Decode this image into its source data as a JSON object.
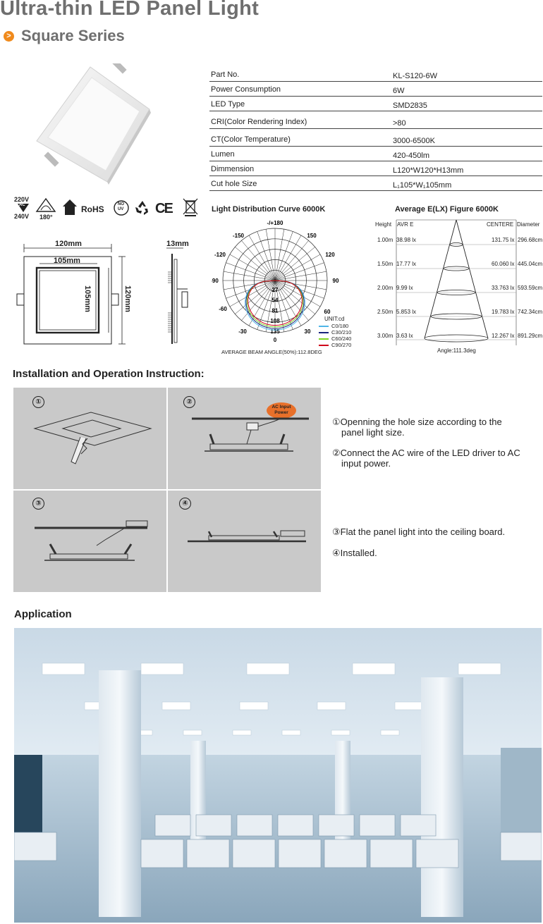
{
  "header": {
    "title": "Ultra-thin LED Panel Light",
    "subtitle": "Square Series",
    "bullet": ">"
  },
  "specs": [
    {
      "label": "Part No.",
      "value": "KL-S120-6W"
    },
    {
      "label": "Power Consumption",
      "value": "6W"
    },
    {
      "label": "LED Type",
      "value": "SMD2835"
    },
    {
      "label": "CRI(Color Rendering Index)",
      "value": ">80"
    },
    {
      "label": "CT(Color Temperature)",
      "value": "3000-6500K"
    },
    {
      "label": "Lumen",
      "value": "420-450lm"
    },
    {
      "label": "Dimmension",
      "value": "L120*W120*H13mm"
    },
    {
      "label": "Cut hole Size",
      "value": "L₁105*W₁105mm"
    }
  ],
  "certs": {
    "voltage_top": "220V",
    "voltage_bottom": "240V",
    "ac": "AC",
    "angle": "180°",
    "rohs": "RoHS",
    "no_uv_1": "NO",
    "no_uv_2": "UV",
    "ce": "CE"
  },
  "dimensions": {
    "width_outer": "120mm",
    "width_inner": "105mm",
    "height_inner": "105mm",
    "height_outer": "120mm",
    "depth": "13mm"
  },
  "polar": {
    "title": "Light Distribution Curve 6000K",
    "angle_labels": [
      "-/+180",
      "-150",
      "150",
      "-120",
      "120",
      "-90",
      "90",
      "-60",
      "60",
      "-30",
      "30",
      "0"
    ],
    "radial_labels": [
      "27",
      "54",
      "81",
      "108",
      "135"
    ],
    "unit": "UNIT:cd",
    "legend": [
      {
        "name": "C0/180",
        "color": "#4fb6e8"
      },
      {
        "name": "C30/210",
        "color": "#1a237e"
      },
      {
        "name": "C60/240",
        "color": "#7ed321"
      },
      {
        "name": "C90/270",
        "color": "#d0021b"
      }
    ],
    "beam_angle": "AVERAGE BEAM ANGLE(50%):112.8DEG"
  },
  "illum": {
    "title": "Average E(LX) Figure 6000K",
    "head_height": "Height",
    "head_avr": "AVR E",
    "head_center": "CENTERE",
    "head_diameter": "Diameter",
    "rows": [
      {
        "height": "1.00m",
        "avr": "38.98 lx",
        "center": "131.75 lx",
        "diameter": "296.68cm"
      },
      {
        "height": "1.50m",
        "avr": "17.77 lx",
        "center": "60.060 lx",
        "diameter": "445.04cm"
      },
      {
        "height": "2.00m",
        "avr": "9.99 lx",
        "center": "33.763 lx",
        "diameter": "593.59cm"
      },
      {
        "height": "2.50m",
        "avr": "5.853 lx",
        "center": "19.783 lx",
        "diameter": "742.34cm"
      },
      {
        "height": "3.00m",
        "avr": "3.63 lx",
        "center": "12.267 lx",
        "diameter": "891.29cm"
      }
    ],
    "angle": "Angle:111.3deg"
  },
  "installation": {
    "title": "Installation and Operation Instruction:",
    "steps": [
      "①",
      "②",
      "③",
      "④"
    ],
    "ac_label_1": "AC Input",
    "ac_label_2": "Power",
    "text_1a": "①Openning the hole size according to the",
    "text_1b": "panel light size.",
    "text_2a": "②Connect the AC wire of the LED driver to AC",
    "text_2b": "input power.",
    "text_3": "③Flat the panel light into the ceiling board.",
    "text_4": "④Installed."
  },
  "application": {
    "title": "Application"
  }
}
